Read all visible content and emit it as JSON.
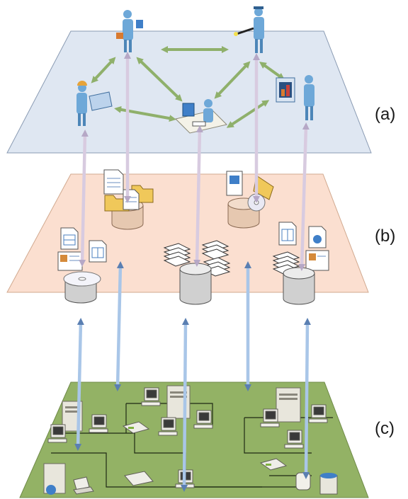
{
  "labels": {
    "layer_a": "(a)",
    "layer_b": "(b)",
    "layer_c": "(c)"
  },
  "colors": {
    "layer_a_fill": "#dfe7f2",
    "layer_b_fill": "#fbdfd0",
    "layer_c_fill": "#93b265",
    "arrow_lavender": "#d8cbe0",
    "arrow_blue": "#a9c6e8",
    "arrow_green": "#d6e6c2",
    "person_blue": "#6ea8d8",
    "disk_gray": "#d0d0d0",
    "disk_tan": "#e6c8b0"
  },
  "icons": {
    "layer_a": [
      "person-briefcase-icon",
      "person-flashlight-icon",
      "person-hardhat-icon",
      "person-desk-icon",
      "person-presenter-icon"
    ],
    "layer_b": [
      "document-icon",
      "folder-icon",
      "database-icon",
      "cd-disc-icon",
      "paper-stack-icon",
      "chart-document-icon",
      "server-icon"
    ],
    "layer_c": [
      "server-icon",
      "workstation-icon",
      "network-switch-icon",
      "laptop-icon",
      "network-printer-icon",
      "database-icon"
    ]
  }
}
